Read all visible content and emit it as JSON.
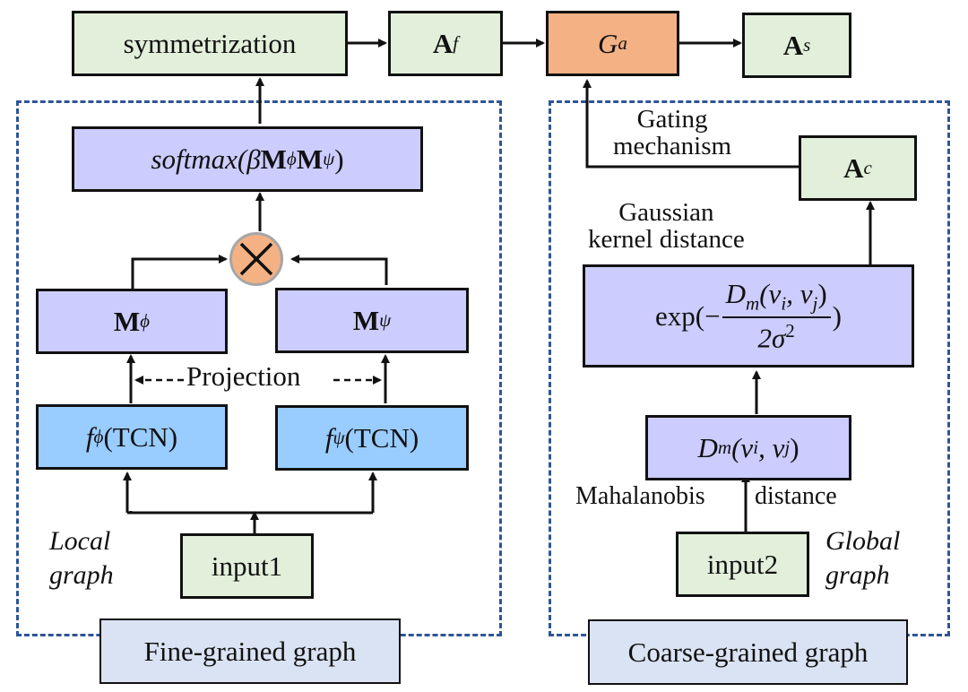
{
  "top_row": {
    "symmetrization": "symmetrization",
    "A_f": {
      "base": "A",
      "sub": "f"
    },
    "G_a": {
      "base": "G",
      "sub": "a"
    },
    "A_s": {
      "base": "A",
      "sub": "s"
    }
  },
  "local_graph": {
    "softmax": {
      "fn": "softmax",
      "open": "(β",
      "m1": "M",
      "s1": "ϕ",
      "m2": "M",
      "s2": "ψ",
      "close": ")"
    },
    "multiply_symbol": "×",
    "M_phi": {
      "base": "M",
      "sub": "ϕ"
    },
    "M_psi": {
      "base": "M",
      "sub": "ψ"
    },
    "projection_label": "Projection",
    "f_phi": {
      "base": "f",
      "sub": "ϕ",
      "rest": "(TCN)"
    },
    "f_psi": {
      "base": "f",
      "sub": "ψ",
      "rest": "(TCN)"
    },
    "input": "input1",
    "caption_line1": "Local",
    "caption_line2": "graph",
    "group_label": "Fine-grained graph"
  },
  "global_graph": {
    "gating_line1": "Gating",
    "gating_line2": "mechanism",
    "A_c": {
      "base": "A",
      "sub": "c"
    },
    "gaussian_line1": "Gaussian",
    "gaussian_line2": "kernel distance",
    "exp": {
      "prefix": "exp(−",
      "num_D": "D",
      "num_sub": "m",
      "num_args": "(v",
      "vi": "i",
      "comma": ", v",
      "vj": "j",
      "num_close": ")",
      "den": "2σ",
      "den_sup": "2",
      "suffix": ")"
    },
    "Dm": {
      "D": "D",
      "sub": "m",
      "args": "(v",
      "vi": "i",
      "comma": ", v",
      "vj": "j",
      "close": ")"
    },
    "mahalanobis": "Mahalanobis",
    "distance": "distance",
    "input": "input2",
    "caption_line1": "Global",
    "caption_line2": "graph",
    "group_label": "Coarse-grained graph"
  },
  "colors": {
    "green": "#e2efda",
    "purple": "#ccccff",
    "blue": "#99ccff",
    "orange": "#f4b183",
    "label": "#dae3f3",
    "dashed_border": "#2f5597"
  }
}
